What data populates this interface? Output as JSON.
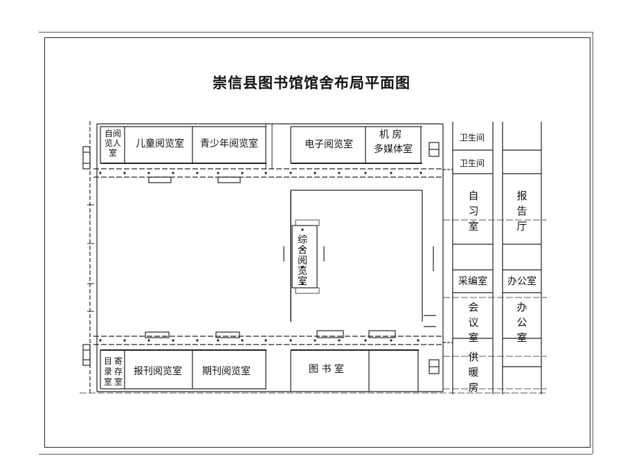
{
  "title": "崇信县图书馆馆舍布局平面图",
  "rooms": {
    "self_study_reading": "自阅览人室",
    "children_reading": "儿童阅览室",
    "youth_reading": "青少年阅览室",
    "electronic_reading": "电子阅览室",
    "machine_room": "机 房",
    "multimedia_room": "多媒体室",
    "restroom_1": "卫生间",
    "restroom_2": "卫生间",
    "self_study": "自习室",
    "lecture_hall": "报告厅",
    "comprehensive_reading": "综合阅览室",
    "acquisition_room": "采编室",
    "office_1": "办公室",
    "meeting_room": "会议室",
    "office_2": "办公室",
    "catalog_room": "目录室",
    "storage_room": "寄存室",
    "newspaper_reading": "报刊阅览室",
    "periodical_reading": "期刊阅览室",
    "book_room": "图 书 室",
    "heating_room": "供暖房"
  }
}
